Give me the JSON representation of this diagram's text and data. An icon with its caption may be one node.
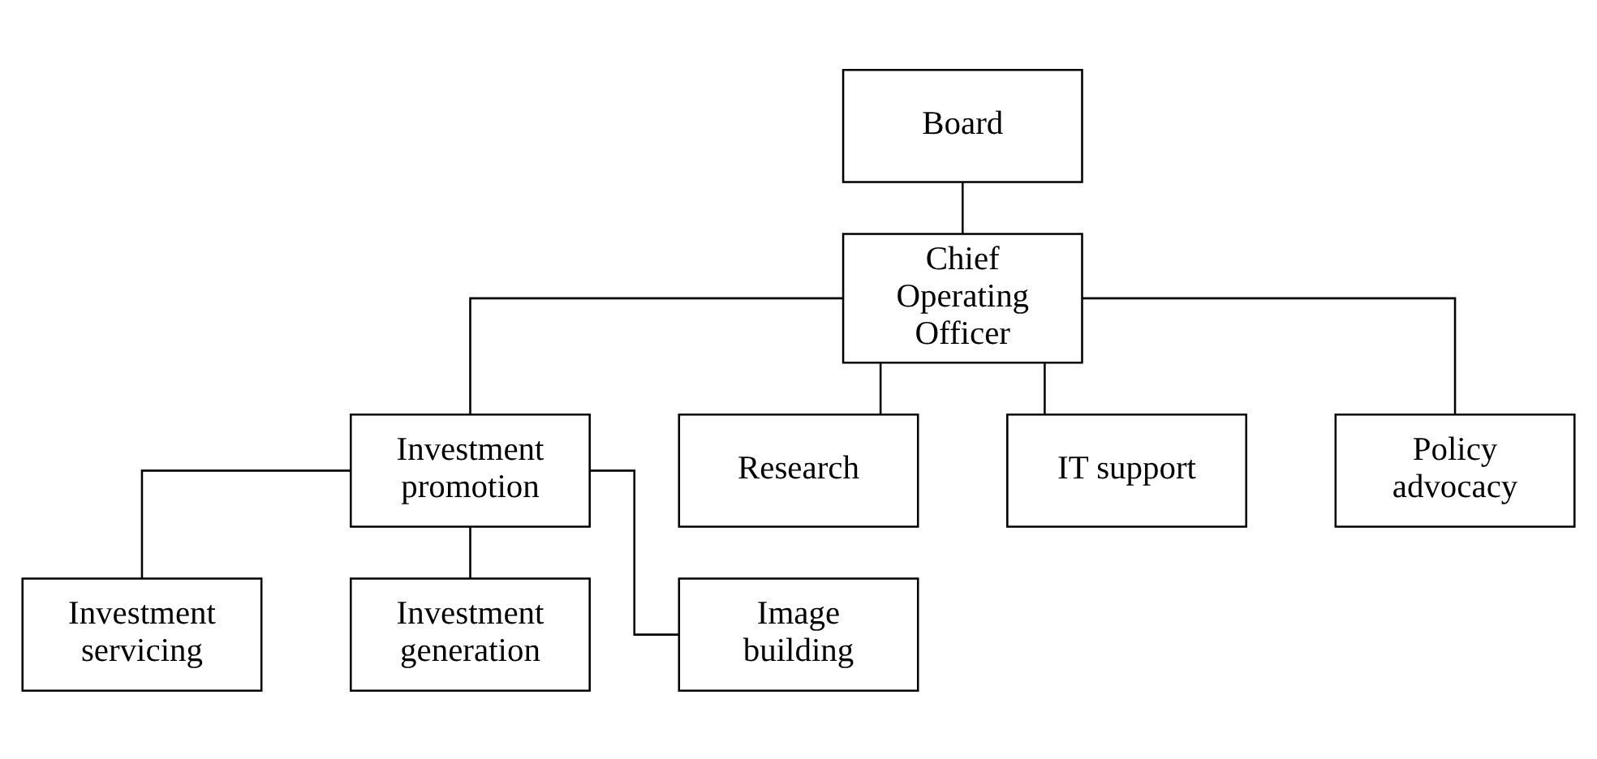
{
  "diagram": {
    "nodes": [
      {
        "text": [
          "Board"
        ]
      },
      {
        "text": [
          "Chief Operating Officer"
        ]
      },
      {
        "text": [
          "Investment promotion"
        ]
      },
      {
        "text": [
          "Research"
        ]
      },
      {
        "text": [
          "IT support"
        ]
      },
      {
        "text": [
          "Policy advocacy"
        ]
      },
      {
        "text": [
          "Investment servicing"
        ]
      },
      {
        "text": [
          "Investment generation"
        ]
      },
      {
        "text": [
          "Image building"
        ]
      }
    ],
    "edges": [
      {
        "from": 0,
        "to": 1,
        "arrow": "none"
      },
      {
        "from": 1,
        "to": 2,
        "arrow": "none"
      },
      {
        "from": 1,
        "to": 3,
        "arrow": "none"
      },
      {
        "from": 1,
        "to": 4,
        "arrow": "none"
      },
      {
        "from": 1,
        "to": 5,
        "arrow": "none"
      },
      {
        "from": 2,
        "to": 6,
        "arrow": "none"
      },
      {
        "from": 2,
        "to": 7,
        "arrow": "none"
      },
      {
        "from": 2,
        "to": 8,
        "arrow": "none"
      }
    ]
  }
}
